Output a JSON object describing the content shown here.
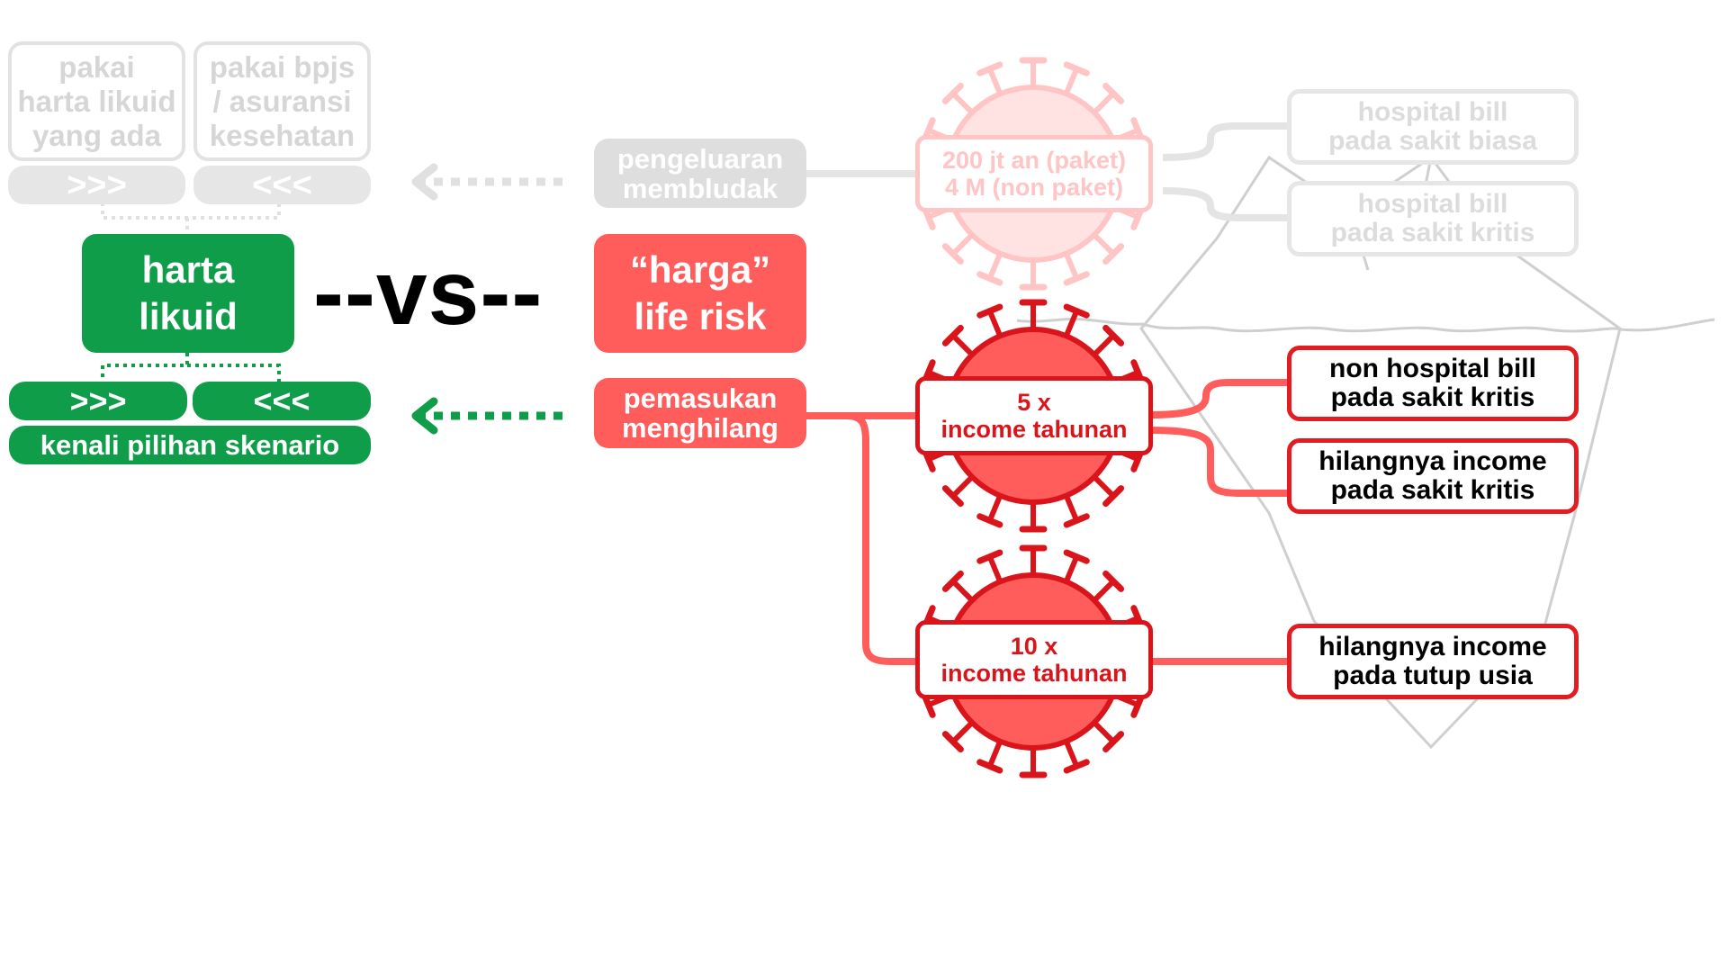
{
  "left": {
    "faded_option_1": "pakai\nharta likuid\nyang ada",
    "faded_option_2": "pakai bpjs\n/ asuransi\nkesehatan",
    "faded_arrow_right": ">>>",
    "faded_arrow_left": "<<<",
    "main_box": "harta\nlikuid",
    "arrow_right": ">>>",
    "arrow_left": "<<<",
    "scenario_label": "kenali pilihan skenario"
  },
  "vs_text": "--vs--",
  "middle": {
    "expense_box": "pengeluaran\nmembludak",
    "risk_box": "“harga”\nlife risk",
    "income_box": "pemasukan\nmenghilang"
  },
  "viruses": {
    "top_label": "200 jt an (paket)\n4 M (non paket)",
    "mid_label": "5 x\nincome tahunan",
    "bottom_label": "10 x\nincome tahunan"
  },
  "right": {
    "hospital_biasa": "hospital bill\npada sakit biasa",
    "hospital_kritis": "hospital bill\npada sakit kritis",
    "non_hospital": "non hospital bill\npada sakit kritis",
    "income_kritis": "hilangnya income\npada sakit kritis",
    "income_usia": "hilangnya income\npada tutup usia"
  },
  "colors": {
    "green": "#0f9d4a",
    "red": "#ff5c5c",
    "dark_red": "#d9141a",
    "faded_gray": "#e2e2e2"
  }
}
